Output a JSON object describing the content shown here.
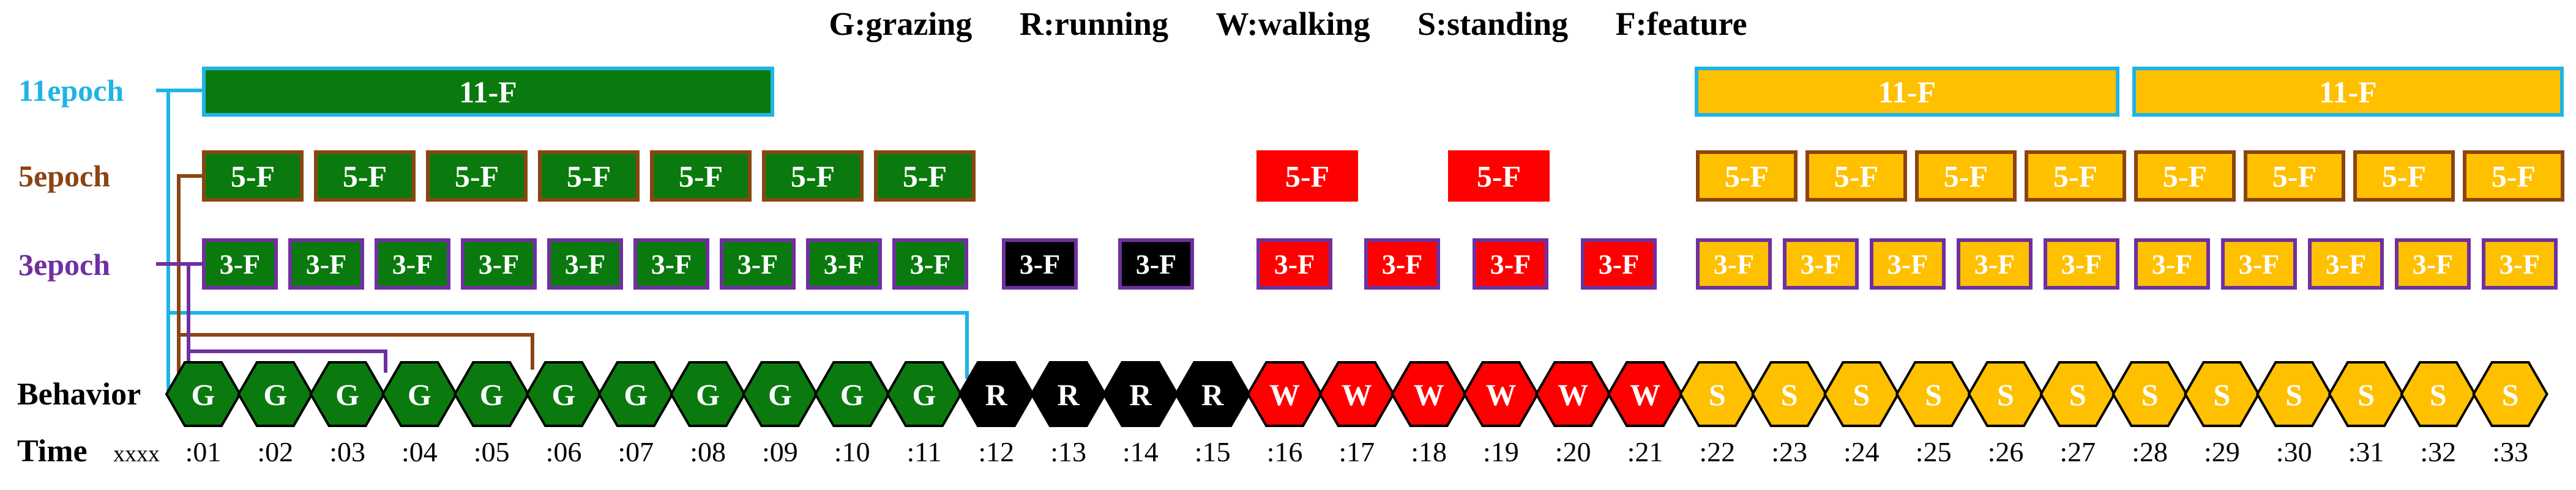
{
  "legend": [
    "G:grazing",
    "R:running",
    "W:walking",
    "S:standing",
    "F:feature"
  ],
  "row_labels": {
    "epoch11": "11epoch",
    "epoch5": "5epoch",
    "epoch3": "3epoch",
    "behavior": "Behavior",
    "time": "Time"
  },
  "time_prefix": "xxxx",
  "colors": {
    "grazing": "#0a7a0f",
    "running": "#000000",
    "walking": "#ff0000",
    "standing": "#ffc000",
    "epoch11_border": "#1fb4e6",
    "epoch5_border": "#8b4513",
    "epoch3_border": "#7030a0",
    "epoch11_label": "#1fb4e6",
    "epoch5_label": "#8b4513",
    "epoch3_label": "#7030a0"
  },
  "behavior_sequence": [
    {
      "letter": "G",
      "type": "grazing",
      "time": ":01"
    },
    {
      "letter": "G",
      "type": "grazing",
      "time": ":02"
    },
    {
      "letter": "G",
      "type": "grazing",
      "time": ":03"
    },
    {
      "letter": "G",
      "type": "grazing",
      "time": ":04"
    },
    {
      "letter": "G",
      "type": "grazing",
      "time": ":05"
    },
    {
      "letter": "G",
      "type": "grazing",
      "time": ":06"
    },
    {
      "letter": "G",
      "type": "grazing",
      "time": ":07"
    },
    {
      "letter": "G",
      "type": "grazing",
      "time": ":08"
    },
    {
      "letter": "G",
      "type": "grazing",
      "time": ":09"
    },
    {
      "letter": "G",
      "type": "grazing",
      "time": ":10"
    },
    {
      "letter": "G",
      "type": "grazing",
      "time": ":11"
    },
    {
      "letter": "R",
      "type": "running",
      "time": ":12"
    },
    {
      "letter": "R",
      "type": "running",
      "time": ":13"
    },
    {
      "letter": "R",
      "type": "running",
      "time": ":14"
    },
    {
      "letter": "R",
      "type": "running",
      "time": ":15"
    },
    {
      "letter": "W",
      "type": "walking",
      "time": ":16"
    },
    {
      "letter": "W",
      "type": "walking",
      "time": ":17"
    },
    {
      "letter": "W",
      "type": "walking",
      "time": ":18"
    },
    {
      "letter": "W",
      "type": "walking",
      "time": ":19"
    },
    {
      "letter": "W",
      "type": "walking",
      "time": ":20"
    },
    {
      "letter": "W",
      "type": "walking",
      "time": ":21"
    },
    {
      "letter": "S",
      "type": "standing",
      "time": ":22"
    },
    {
      "letter": "S",
      "type": "standing",
      "time": ":23"
    },
    {
      "letter": "S",
      "type": "standing",
      "time": ":24"
    },
    {
      "letter": "S",
      "type": "standing",
      "time": ":25"
    },
    {
      "letter": "S",
      "type": "standing",
      "time": ":26"
    },
    {
      "letter": "S",
      "type": "standing",
      "time": ":27"
    },
    {
      "letter": "S",
      "type": "standing",
      "time": ":28"
    },
    {
      "letter": "S",
      "type": "standing",
      "time": ":29"
    },
    {
      "letter": "S",
      "type": "standing",
      "time": ":30"
    },
    {
      "letter": "S",
      "type": "standing",
      "time": ":31"
    },
    {
      "letter": "S",
      "type": "standing",
      "time": ":32"
    },
    {
      "letter": "S",
      "type": "standing",
      "time": ":33"
    }
  ],
  "epoch11_features": [
    {
      "label": "11-F",
      "type": "grazing"
    },
    {
      "label": "11-F",
      "type": "standing"
    },
    {
      "label": "11-F",
      "type": "standing"
    }
  ],
  "epoch5_features": [
    {
      "label": "5-F",
      "type": "grazing"
    },
    {
      "label": "5-F",
      "type": "grazing"
    },
    {
      "label": "5-F",
      "type": "grazing"
    },
    {
      "label": "5-F",
      "type": "grazing"
    },
    {
      "label": "5-F",
      "type": "grazing"
    },
    {
      "label": "5-F",
      "type": "grazing"
    },
    {
      "label": "5-F",
      "type": "grazing"
    },
    {
      "label": "5-F",
      "type": "walking"
    },
    {
      "label": "5-F",
      "type": "walking"
    },
    {
      "label": "5-F",
      "type": "standing"
    },
    {
      "label": "5-F",
      "type": "standing"
    },
    {
      "label": "5-F",
      "type": "standing"
    },
    {
      "label": "5-F",
      "type": "standing"
    },
    {
      "label": "5-F",
      "type": "standing"
    },
    {
      "label": "5-F",
      "type": "standing"
    },
    {
      "label": "5-F",
      "type": "standing"
    },
    {
      "label": "5-F",
      "type": "standing"
    }
  ],
  "epoch3_features": [
    {
      "label": "3-F",
      "type": "grazing"
    },
    {
      "label": "3-F",
      "type": "grazing"
    },
    {
      "label": "3-F",
      "type": "grazing"
    },
    {
      "label": "3-F",
      "type": "grazing"
    },
    {
      "label": "3-F",
      "type": "grazing"
    },
    {
      "label": "3-F",
      "type": "grazing"
    },
    {
      "label": "3-F",
      "type": "grazing"
    },
    {
      "label": "3-F",
      "type": "grazing"
    },
    {
      "label": "3-F",
      "type": "grazing"
    },
    {
      "label": "3-F",
      "type": "running"
    },
    {
      "label": "3-F",
      "type": "running"
    },
    {
      "label": "3-F",
      "type": "walking"
    },
    {
      "label": "3-F",
      "type": "walking"
    },
    {
      "label": "3-F",
      "type": "walking"
    },
    {
      "label": "3-F",
      "type": "walking"
    },
    {
      "label": "3-F",
      "type": "standing"
    },
    {
      "label": "3-F",
      "type": "standing"
    },
    {
      "label": "3-F",
      "type": "standing"
    },
    {
      "label": "3-F",
      "type": "standing"
    },
    {
      "label": "3-F",
      "type": "standing"
    },
    {
      "label": "3-F",
      "type": "standing"
    },
    {
      "label": "3-F",
      "type": "standing"
    },
    {
      "label": "3-F",
      "type": "standing"
    },
    {
      "label": "3-F",
      "type": "standing"
    },
    {
      "label": "3-F",
      "type": "standing"
    }
  ]
}
